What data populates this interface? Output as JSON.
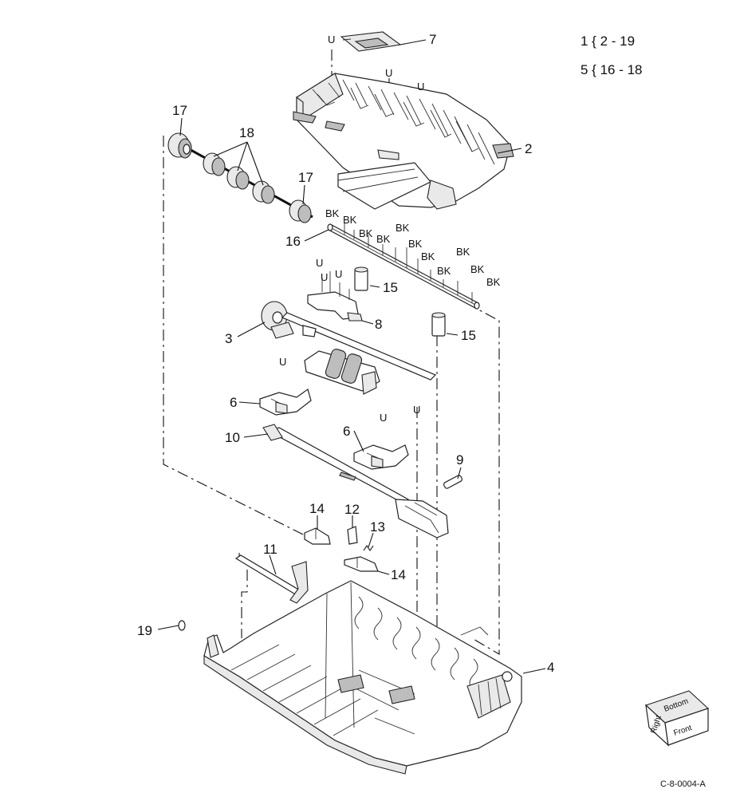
{
  "legend": {
    "line1": "1 { 2 - 19",
    "line2": "5 { 16 - 18"
  },
  "callouts": {
    "c1": "2",
    "c2": "3",
    "c3": "4",
    "c4": "6",
    "c5": "6",
    "c6": "7",
    "c7": "8",
    "c8": "9",
    "c9": "10",
    "c10": "11",
    "c11": "12",
    "c12": "13",
    "c13": "14",
    "c14": "14",
    "c15": "15",
    "c16": "15",
    "c17": "16",
    "c18": "17",
    "c19": "17",
    "c20": "18",
    "c21": "19"
  },
  "tags": {
    "u": "U",
    "bk": "BK"
  },
  "orientation": {
    "top_face": "Bottom",
    "front_face": "Front",
    "right_face": "Right"
  },
  "figure_code": "C-8-0004-A"
}
